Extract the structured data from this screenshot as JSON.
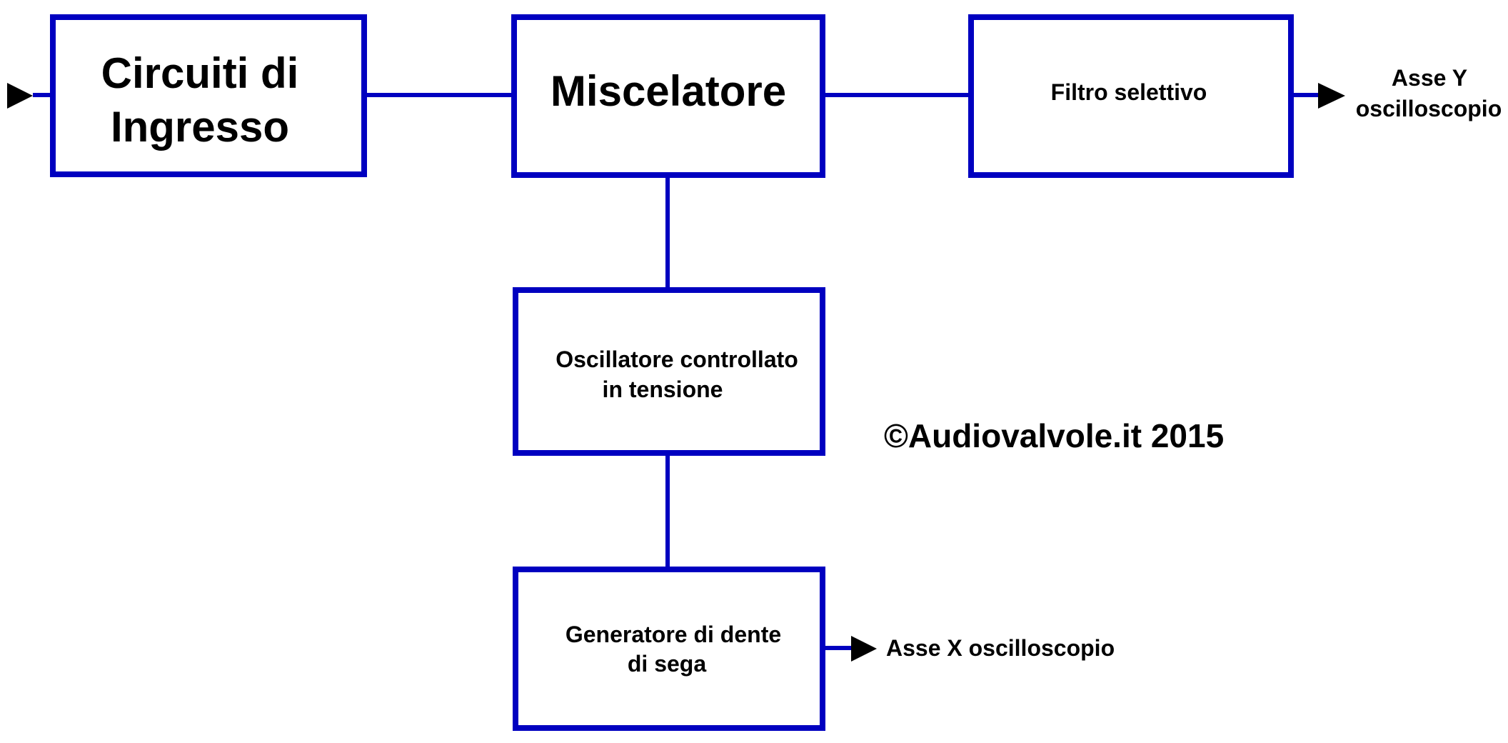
{
  "colors": {
    "block_border": "#0000c0",
    "wire": "#0000c0",
    "arrow": "#000000",
    "text": "#000000",
    "background": "#ffffff"
  },
  "blocks": {
    "input_circuits": {
      "line1": "Circuiti di",
      "line2": "Ingresso"
    },
    "mixer": {
      "label": "Miscelatore"
    },
    "selective_filter": {
      "label": "Filtro selettivo"
    },
    "vco": {
      "line1": "Oscillatore controllato",
      "line2": "in tensione"
    },
    "sawtooth_generator": {
      "line1": "Generatore di dente",
      "line2": "di sega"
    }
  },
  "outputs": {
    "y_axis": {
      "line1": "Asse Y",
      "line2": "oscilloscopio"
    },
    "x_axis": {
      "label": "Asse X oscilloscopio"
    }
  },
  "copyright": "©Audiovalvole.it 2015"
}
